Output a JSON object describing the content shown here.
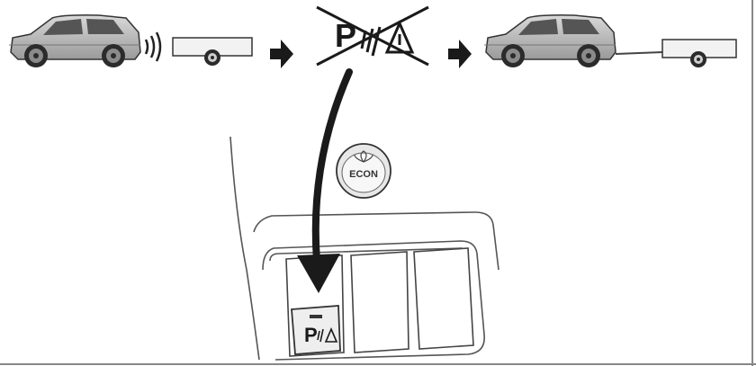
{
  "diagram": {
    "econ_button_label": "ECON",
    "parking_button_glyph": "P",
    "crossed_indicator_glyph": "P",
    "icons": {
      "car_with_sensor_waves": "car-sensing-trailer-icon",
      "parking_sensor_off": "parking-sensor-off-icon",
      "car_towing_trailer": "car-towing-trailer-icon",
      "econ_button": "econ-leaf-icon",
      "parking_sensor_button": "parking-sensor-button-icon"
    }
  }
}
